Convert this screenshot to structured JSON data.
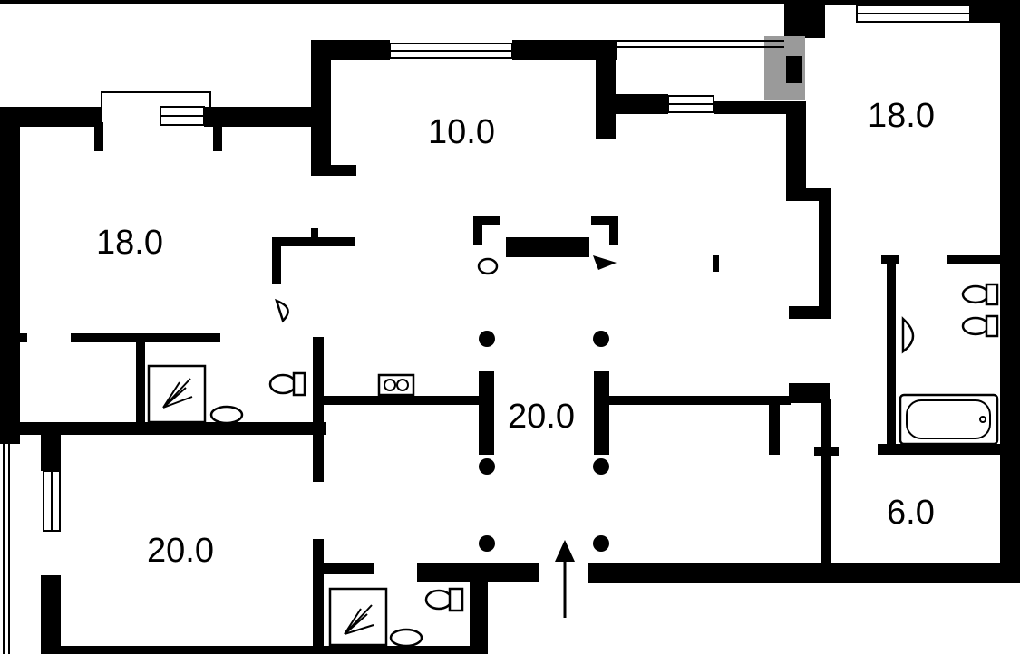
{
  "rooms": {
    "top_center": {
      "area": "10.0"
    },
    "top_right": {
      "area": "18.0"
    },
    "left_upper": {
      "area": "18.0"
    },
    "center_hall": {
      "area": "20.0"
    },
    "right_small": {
      "area": "6.0"
    },
    "left_lower": {
      "area": "20.0"
    }
  },
  "colors": {
    "wall": "#000000",
    "background": "#ffffff",
    "accent_gray": "#9a9a9a"
  },
  "icons": [
    "entrance-arrow-icon",
    "shower-icon",
    "toilet-icon",
    "sink-icon",
    "bathtub-icon",
    "column-dot-icon"
  ]
}
